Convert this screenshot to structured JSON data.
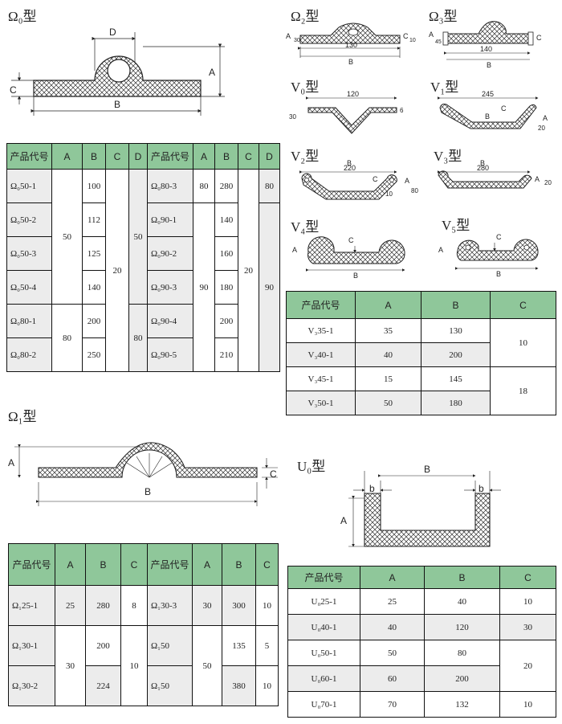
{
  "titles": {
    "omega0": "Ω₀型",
    "omega2": "Ω₂型",
    "omega3": "Ω₃型",
    "v0": "V₀型",
    "v1": "V₁型",
    "v2": "V₂型",
    "v3": "V₃型",
    "v4": "V₄型",
    "v5": "V₅型",
    "omega1": "Ω₁型",
    "u0": "U₀型"
  },
  "dims": {
    "A": "A",
    "B": "B",
    "C": "C",
    "D": "D",
    "b": "b",
    "omega2_130": "130",
    "omega2_30": "30",
    "omega2_10": "10",
    "omega3_140": "140",
    "omega3_45": "45",
    "v0_120": "120",
    "v0_30": "30",
    "v0_6": "6",
    "v1_245": "245",
    "v1_20": "20",
    "v2_220": "220",
    "v2_80": "80",
    "v2_10": "10",
    "v3_280": "280",
    "v3_20": "20"
  },
  "omega0_table": {
    "headers": [
      "产品代号",
      "A",
      "B",
      "C",
      "D",
      "产品代号",
      "A",
      "B",
      "C",
      "D"
    ],
    "left_codes": [
      "Ω₀50-1",
      "Ω₀50-2",
      "Ω₀50-3",
      "Ω₀50-4",
      "Ω₀80-1",
      "Ω₀80-2"
    ],
    "left_B": [
      "100",
      "112",
      "125",
      "140",
      "200",
      "250"
    ],
    "left_A_groups": [
      "50",
      "80"
    ],
    "left_C": "20",
    "left_D_groups": [
      "50",
      "80"
    ],
    "right_codes": [
      "Ω₀80-3",
      "Ω₀90-1",
      "Ω₀90-2",
      "Ω₀90-3",
      "Ω₀90-4",
      "Ω₀90-5"
    ],
    "right_A_groups": [
      "80",
      "90"
    ],
    "right_B": [
      "280",
      "140",
      "160",
      "180",
      "200",
      "210"
    ],
    "right_C": "20",
    "right_D_groups": [
      "80",
      "90"
    ]
  },
  "v3_table": {
    "headers": [
      "产品代号",
      "A",
      "B",
      "C"
    ],
    "rows": [
      {
        "code": "V₃35-1",
        "A": "35",
        "B": "130"
      },
      {
        "code": "V₃40-1",
        "A": "40",
        "B": "200"
      },
      {
        "code": "V₃45-1",
        "A": "15",
        "B": "145"
      },
      {
        "code": "V₃50-1",
        "A": "50",
        "B": "180"
      }
    ],
    "C_groups": [
      "10",
      "18"
    ]
  },
  "omega1_table": {
    "headers": [
      "产品代号",
      "A",
      "B",
      "C",
      "产品代号",
      "A",
      "B",
      "C"
    ],
    "left_codes": [
      "Ω₁25-1",
      "Ω₁30-1",
      "Ω₁30-2"
    ],
    "left_A": [
      "25",
      "30"
    ],
    "left_B": [
      "280",
      "200",
      "224"
    ],
    "left_C": [
      "8",
      "10"
    ],
    "right_codes": [
      "Ω₁30-3",
      "Ω₁50",
      "Ω₁50"
    ],
    "right_A": [
      "30",
      "50"
    ],
    "right_B": [
      "300",
      "135",
      "380"
    ],
    "right_C": [
      "10",
      "5",
      "10"
    ]
  },
  "u0_table": {
    "headers": [
      "产品代号",
      "A",
      "B",
      "C"
    ],
    "rows": [
      {
        "code": "U₀25-1",
        "A": "25",
        "B": "40",
        "C": "10"
      },
      {
        "code": "U₀40-1",
        "A": "40",
        "B": "120",
        "C": "30"
      },
      {
        "code": "U₀50-1",
        "A": "50",
        "B": "80"
      },
      {
        "code": "U₀60-1",
        "A": "60",
        "B": "200"
      },
      {
        "code": "U₀70-1",
        "A": "70",
        "B": "132",
        "C": "10"
      }
    ],
    "C_merged": "20"
  }
}
